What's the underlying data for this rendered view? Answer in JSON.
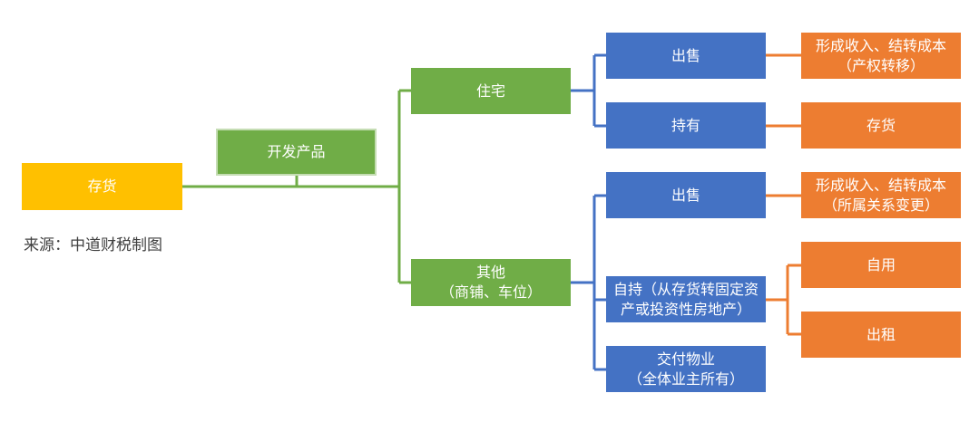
{
  "root": {
    "label": "存货",
    "color": "#ffc000"
  },
  "source_note": "来源：中道财税制图",
  "level1": {
    "label": "开发产品",
    "color": "#70ad47"
  },
  "level2": {
    "residential": {
      "label": "住宅"
    },
    "other": {
      "line1": "其他",
      "line2": "（商铺、车位）"
    }
  },
  "level3": {
    "res_sale": {
      "label": "出售"
    },
    "res_hold": {
      "label": "持有"
    },
    "other_sale": {
      "label": "出售"
    },
    "other_self_hold": {
      "line1": "自持（从存货转固定资",
      "line2": "产或投资性房地产）"
    },
    "other_deliver": {
      "line1": "交付物业",
      "line2": "（全体业主所有）"
    },
    "color": "#4472c4"
  },
  "level4": {
    "res_sale_result": {
      "line1": "形成收入、结转成本",
      "line2": "（产权转移）"
    },
    "res_hold_result": {
      "label": "存货"
    },
    "other_sale_result": {
      "line1": "形成收入、结转成本",
      "line2": "（所属关系变更）"
    },
    "self_use": {
      "label": "自用"
    },
    "rent": {
      "label": "出租"
    },
    "color": "#ed7d31"
  },
  "connector_colors": {
    "green": "#70ad47",
    "blue": "#4472c4",
    "orange": "#ed7d31"
  }
}
